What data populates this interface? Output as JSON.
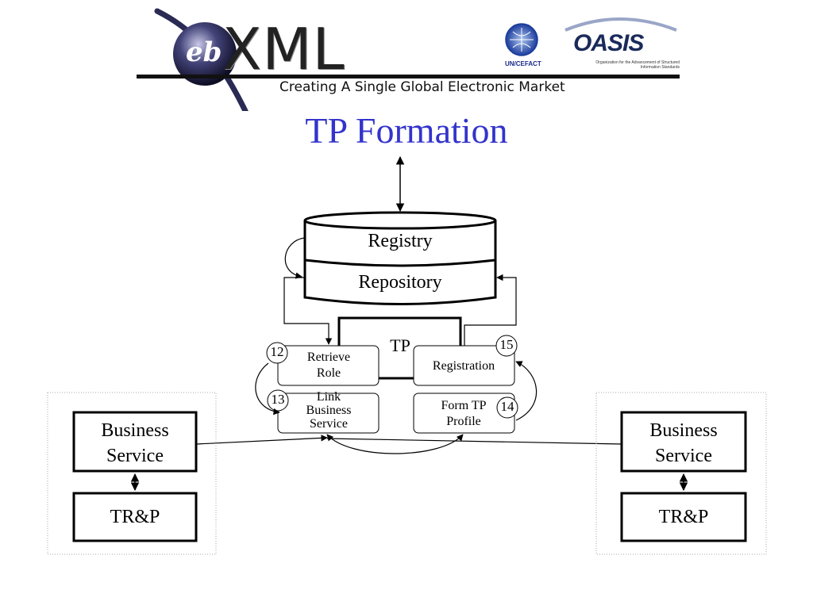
{
  "header": {
    "logo_eb": "eb",
    "logo_xml": "XML",
    "tagline": "Creating A Single Global Electronic Market",
    "uncefact_label": "UN/CEFACT",
    "oasis_label": "OASIS",
    "oasis_subtitle": "Organization for the Advancement of Structured Information Standards"
  },
  "slide": {
    "title": "TP Formation"
  },
  "diagram": {
    "registry": "Registry",
    "repository": "Repository",
    "tp": "TP",
    "steps": {
      "retrieve_role": {
        "number": "12",
        "line1": "Retrieve",
        "line2": "Role"
      },
      "link_business_service": {
        "number": "13",
        "line1": "Link",
        "line2": "Business",
        "line3": "Service"
      },
      "form_tp_profile": {
        "number": "14",
        "line1": "Form TP",
        "line2": "Profile"
      },
      "registration": {
        "number": "15",
        "line1": "Registration"
      }
    },
    "left_party": {
      "business_service_line1": "Business",
      "business_service_line2": "Service",
      "trp": "TR&P"
    },
    "right_party": {
      "business_service_line1": "Business",
      "business_service_line2": "Service",
      "trp": "TR&P"
    }
  },
  "colors": {
    "title": "#3333cc",
    "stroke": "#000000",
    "dotted_border": "#aaaaaa"
  }
}
